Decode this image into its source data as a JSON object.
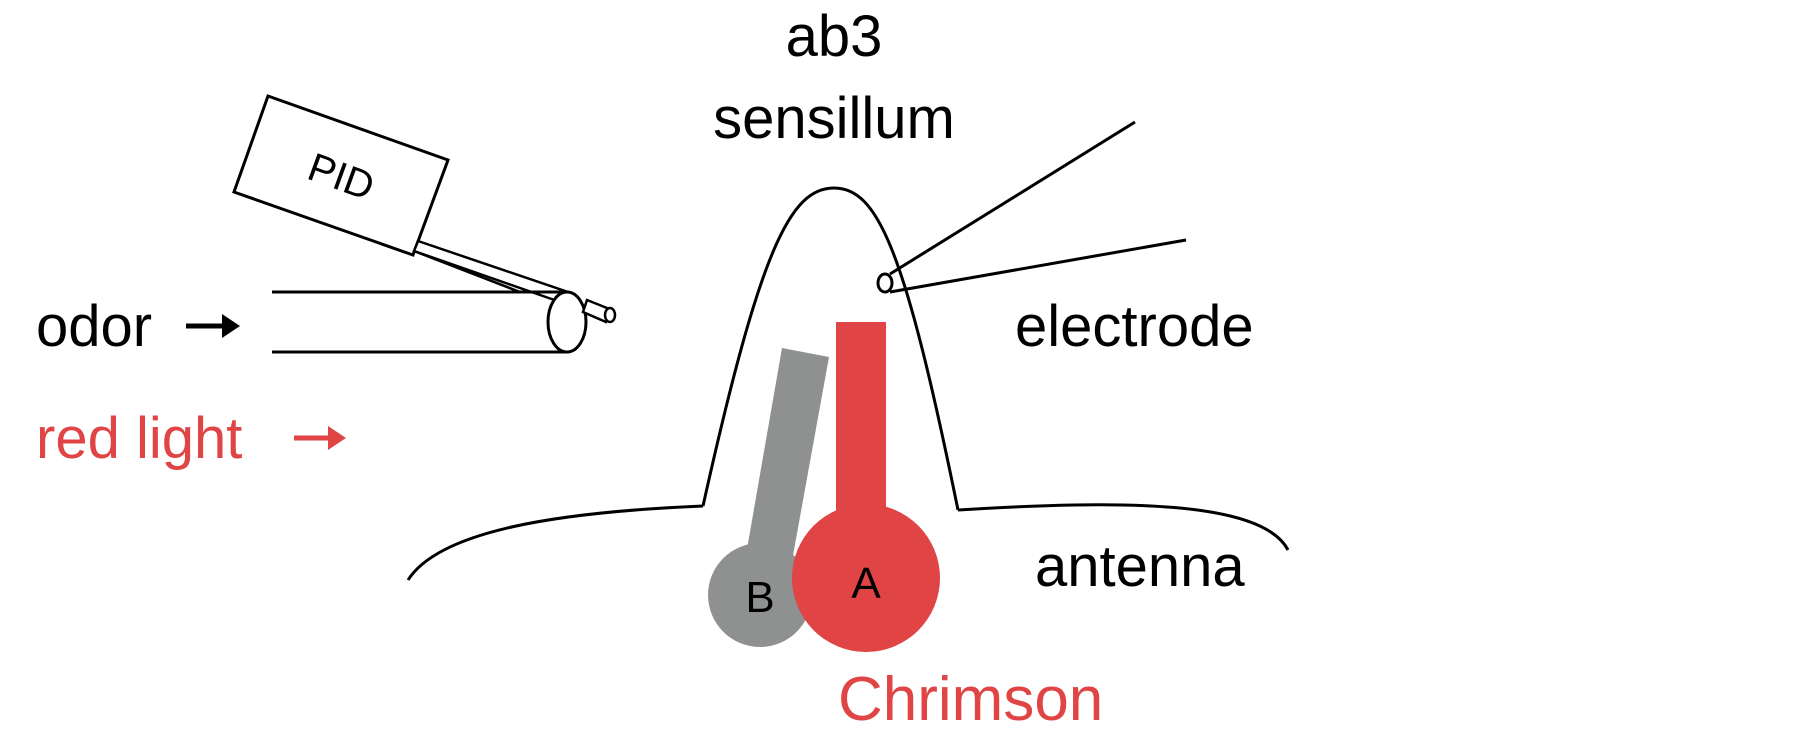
{
  "labels": {
    "sensillum_line1": "ab3",
    "sensillum_line2": "sensillum",
    "electrode": "electrode",
    "odor": "odor",
    "red_light": "red light",
    "antenna": "antenna",
    "neuron_a": "A",
    "neuron_b": "B",
    "chrimson": "Chrimson",
    "pid": "PID"
  },
  "colors": {
    "stroke": "#000000",
    "red": "#e04444",
    "grey": "#8e9190",
    "background": "#ffffff"
  },
  "icons": {
    "odor_arrow": "arrow-right-icon",
    "red_light_arrow": "arrow-right-icon"
  }
}
